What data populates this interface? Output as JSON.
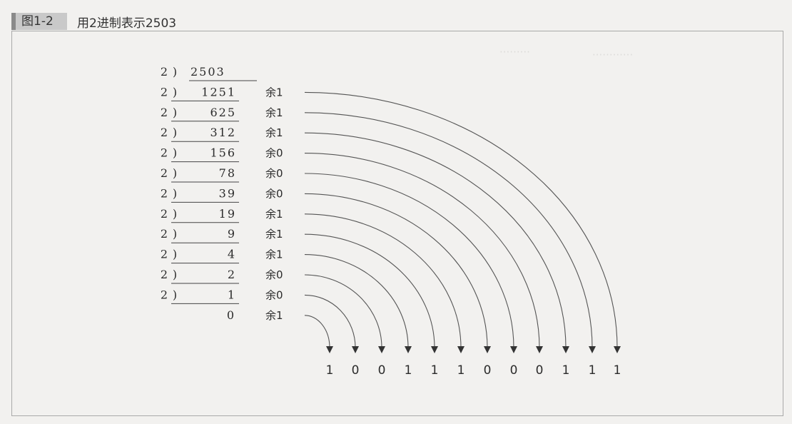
{
  "figure": {
    "number": "图1-2",
    "title": "用2进制表示2503"
  },
  "divisor": "2",
  "bracket": ")",
  "dividends": [
    "2503",
    "1251",
    "625",
    "312",
    "156",
    "78",
    "39",
    "19",
    "9",
    "4",
    "2",
    "1"
  ],
  "final_quotient": "0",
  "remainders": [
    "余1",
    "余1",
    "余1",
    "余0",
    "余0",
    "余0",
    "余1",
    "余1",
    "余1",
    "余0",
    "余0",
    "余1"
  ],
  "result_bits": [
    "1",
    "0",
    "0",
    "1",
    "1",
    "1",
    "0",
    "0",
    "0",
    "1",
    "1",
    "1"
  ],
  "colors": {
    "frame": "#a9a9a9",
    "header_bg": "#c9c9c9",
    "ink": "#2b2b2b"
  }
}
